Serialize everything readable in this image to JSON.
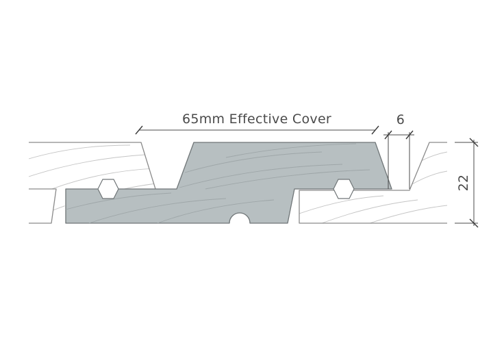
{
  "dimensions": {
    "effective_cover": "65mm Effective Cover",
    "gap": "6",
    "thickness": "22"
  },
  "colors": {
    "profile_fill": "#b7bfc1",
    "outline": "#8a8a8a",
    "text": "#4a4a4a"
  }
}
